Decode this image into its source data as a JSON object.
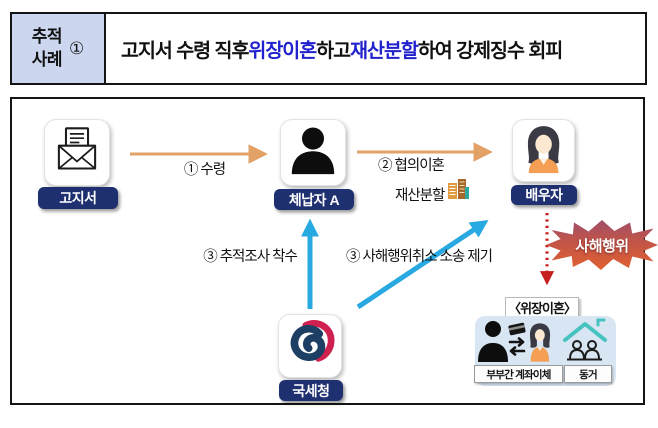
{
  "header": {
    "case_label_line1": "추적",
    "case_label_line2": "사례",
    "case_number": "①",
    "title": {
      "seg1": "고지서 수령 직후 ",
      "seg2": "위장이혼",
      "seg3": "하고 ",
      "seg4": "재산분할",
      "seg5": "하여 강제징수 회피"
    }
  },
  "diagram": {
    "notice_label": "고지서",
    "delinquent_label": "체납자 A",
    "spouse_label": "배우자",
    "nts_label": "국세청",
    "arrow1_label": "① 수령",
    "arrow2_label_line1": "② 협의이혼",
    "arrow2_label_line2": "재산분할",
    "arrow3_left_label": "③ 추적조사 착수",
    "arrow3_right_label": "③ 사해행위취소 소송 제기",
    "fraud_label": "사해행위",
    "fake_divorce_title": "〈위장이혼〉",
    "transfer_label": "부부간 계좌이체",
    "cohabit_label": "동거"
  },
  "icons": {
    "notice": "envelope-icon",
    "delinquent": "person-silhouette-icon",
    "spouse": "woman-icon",
    "nts": "korea-gov-emblem-icon",
    "property": "buildings-icon",
    "transfer": "account-transfer-icon",
    "cohabit": "house-couple-icon",
    "fraud": "starburst-badge"
  },
  "colors": {
    "header_cell_bg": "#ccd7ef",
    "title_highlight": "#2121cd",
    "label_navy": "#1e3070",
    "arrow_orange": "#e2a166",
    "arrow_blue": "#29a9e1",
    "arrow_red": "#c41e1e",
    "panel_bg": "#d8e5f2",
    "burst_top": "#a04e68",
    "burst_bottom": "#e0602f",
    "house_teal": "#46c3bf"
  }
}
